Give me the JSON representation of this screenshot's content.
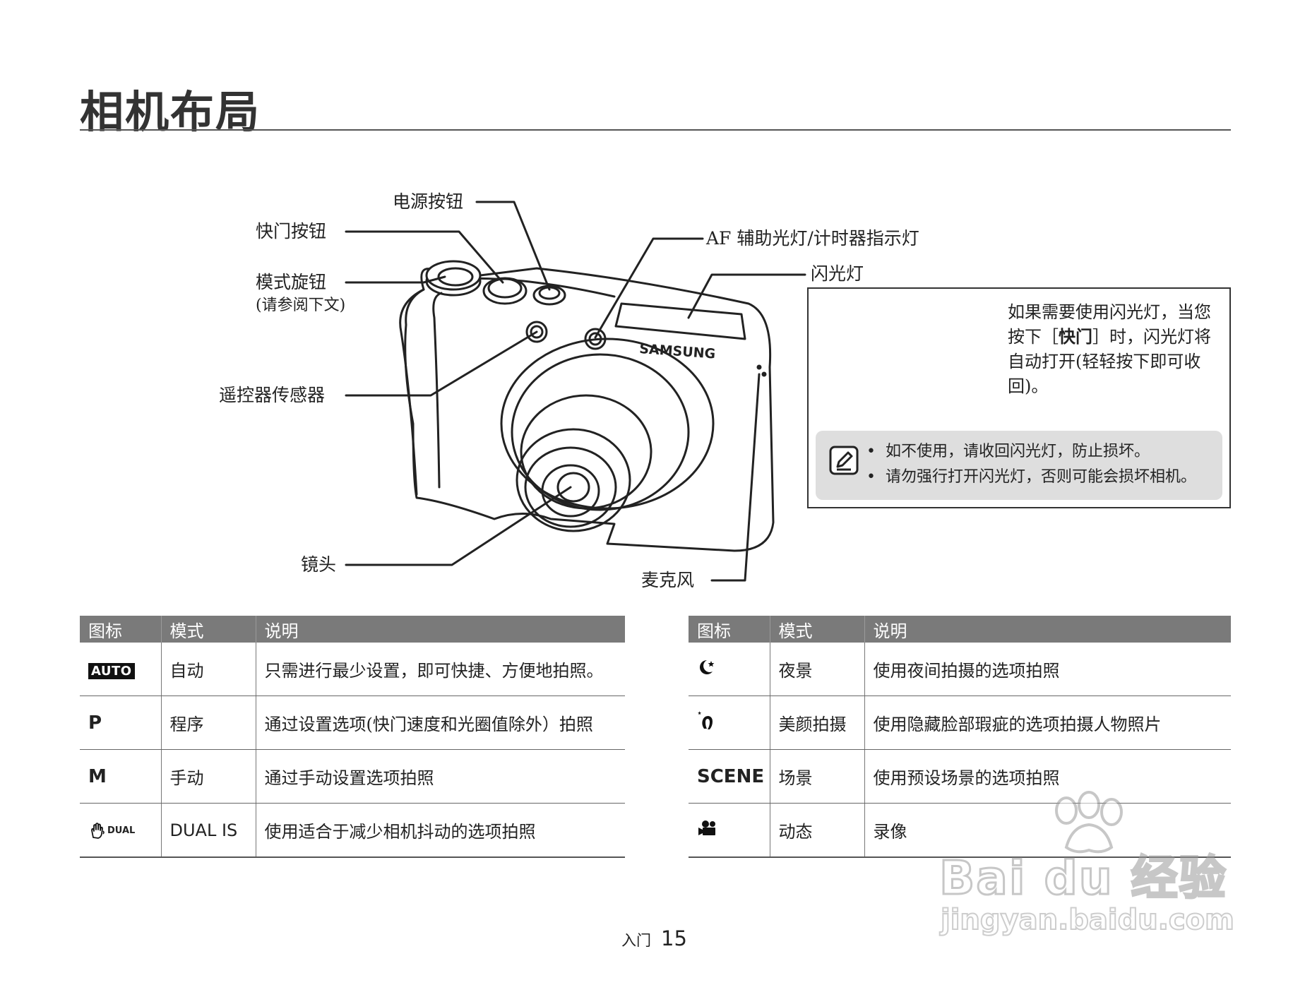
{
  "page": {
    "title": "相机布局",
    "footer_section": "入门",
    "footer_page": "15"
  },
  "diagram": {
    "brand": "SAMSUNG",
    "labels": {
      "power_button": "电源按钮",
      "shutter_button": "快门按钮",
      "af_lamp": "AF 辅助光灯/计时器指示灯",
      "flash": "闪光灯",
      "mode_dial": "模式旋钮",
      "mode_dial_note": "(请参阅下文)",
      "remote_sensor": "遥控器传感器",
      "lens": "镜头",
      "microphone": "麦克风"
    }
  },
  "flash_box": {
    "desc_1": "如果需要使用闪光灯，当您按下［",
    "desc_bold": "快门",
    "desc_2": "］时，闪光灯将自动打开(轻轻按下即可收回)。",
    "notes": [
      "如不使用，请收回闪光灯，防止损坏。",
      "请勿强行打开闪光灯，否则可能会损坏相机。"
    ]
  },
  "tables": {
    "headers": [
      "图标",
      "模式",
      "说明"
    ],
    "left": [
      {
        "icon": "AUTO",
        "icon_type": "auto-badge",
        "mode": "自动",
        "desc": "只需进行最少设置，即可快捷、方便地拍照。"
      },
      {
        "icon": "P",
        "icon_type": "text",
        "mode": "程序",
        "desc": "通过设置选项(快门速度和光圈值除外）拍照"
      },
      {
        "icon": "M",
        "icon_type": "text",
        "mode": "手动",
        "desc": "通过手动设置选项拍照"
      },
      {
        "icon": "DUAL",
        "icon_type": "dual-is-hand",
        "mode": "DUAL IS",
        "desc": "使用适合于减少相机抖动的选项拍照"
      }
    ],
    "right": [
      {
        "icon_type": "night-moon-star",
        "mode": "夜景",
        "desc": "使用夜间拍摄的选项拍照"
      },
      {
        "icon_type": "beauty-face",
        "mode": "美颜拍摄",
        "desc": "使用隐藏脸部瑕疵的选项拍摄人物照片"
      },
      {
        "icon": "SCENE",
        "icon_type": "text",
        "mode": "场景",
        "desc": "使用预设场景的选项拍照"
      },
      {
        "icon_type": "movie-camera",
        "mode": "动态",
        "desc": "录像"
      }
    ]
  },
  "watermark": {
    "main": "Bai du 经验",
    "sub": "jingyan.baidu.com"
  }
}
